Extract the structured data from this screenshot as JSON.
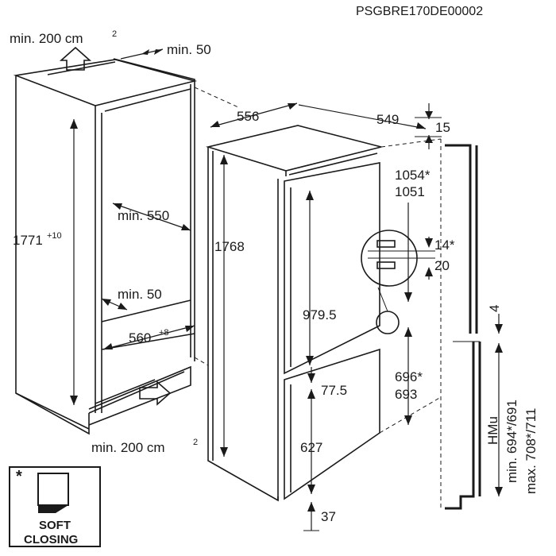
{
  "document_code": "PSGBRE170DE00002",
  "niche": {
    "vent_top": "min. 200 cm",
    "vent_top_sup": "2",
    "depth_min": "min. 50",
    "height": "1771",
    "height_tol": "+10",
    "inner_depth": "min. 550",
    "rear_gap": "min. 50",
    "width": "560",
    "width_tol": "+8",
    "vent_bottom": "min. 200 cm",
    "vent_bottom_sup": "2"
  },
  "appliance": {
    "depth": "556",
    "width": "549",
    "top_gap": "15",
    "height": "1768",
    "upper_door_mark_a": "1054*",
    "upper_door_mark_b": "1051",
    "hinge_gap_a": "14*",
    "hinge_gap_b": "20",
    "fridge_door": "979.5",
    "lower_door_mark_a": "696*",
    "lower_door_mark_b": "693",
    "door_gap": "77.5",
    "freezer_door": "627",
    "bottom_gap": "37"
  },
  "furniture": {
    "gap": "4",
    "hmu_label": "HMu",
    "min_label": "min. 694*/691",
    "max_label": "max. 708*/711"
  },
  "badge": {
    "asterisk": "*",
    "line1": "SOFT",
    "line2": "CLOSING"
  },
  "icons": [
    "airflow-arrow-icon",
    "soft-closing-door-icon"
  ]
}
